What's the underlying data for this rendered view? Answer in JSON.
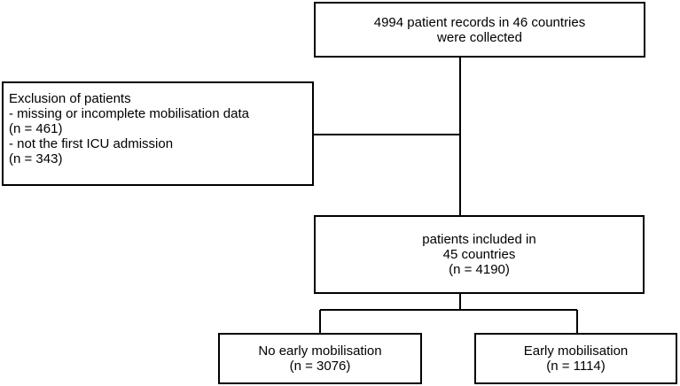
{
  "flowchart": {
    "records": {
      "lines": [
        "4994 patient records in 46 countries",
        "were collected"
      ]
    },
    "exclusion": {
      "lines": [
        "Exclusion of patients",
        "- missing or incomplete mobilisation data",
        "(n = 461)",
        "- not the first ICU admission",
        "(n = 343)"
      ]
    },
    "included": {
      "lines": [
        "patients included in",
        "45 countries",
        "(n = 4190)"
      ]
    },
    "no_early": {
      "lines": [
        "No early mobilisation",
        "(n = 3076)"
      ]
    },
    "early": {
      "lines": [
        "Early mobilisation",
        "(n = 1114)"
      ]
    }
  },
  "colors": {
    "stroke": "#000000",
    "background": "#ffffff"
  }
}
